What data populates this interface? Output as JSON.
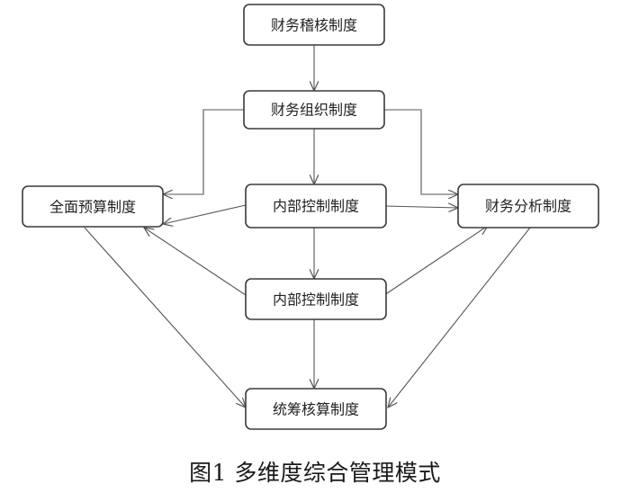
{
  "diagram": {
    "nodes": {
      "audit": "财务稽核制度",
      "organization": "财务组织制度",
      "budget": "全面预算制度",
      "internal_control_1": "内部控制制度",
      "analysis": "财务分析制度",
      "internal_control_2": "内部控制制度",
      "accounting": "统筹核算制度"
    },
    "edges": [
      {
        "from": "audit",
        "to": "organization"
      },
      {
        "from": "organization",
        "to": "budget"
      },
      {
        "from": "organization",
        "to": "internal_control_1"
      },
      {
        "from": "organization",
        "to": "analysis"
      },
      {
        "from": "internal_control_1",
        "to": "budget"
      },
      {
        "from": "internal_control_1",
        "to": "analysis"
      },
      {
        "from": "internal_control_1",
        "to": "internal_control_2"
      },
      {
        "from": "internal_control_2",
        "to": "budget"
      },
      {
        "from": "internal_control_2",
        "to": "analysis"
      },
      {
        "from": "internal_control_2",
        "to": "accounting"
      },
      {
        "from": "budget",
        "to": "accounting"
      },
      {
        "from": "analysis",
        "to": "accounting"
      }
    ],
    "colors": {
      "box_border": "#3a3a3a",
      "line": "#555555",
      "text": "#222222"
    }
  },
  "caption": "图1  多维度综合管理模式"
}
